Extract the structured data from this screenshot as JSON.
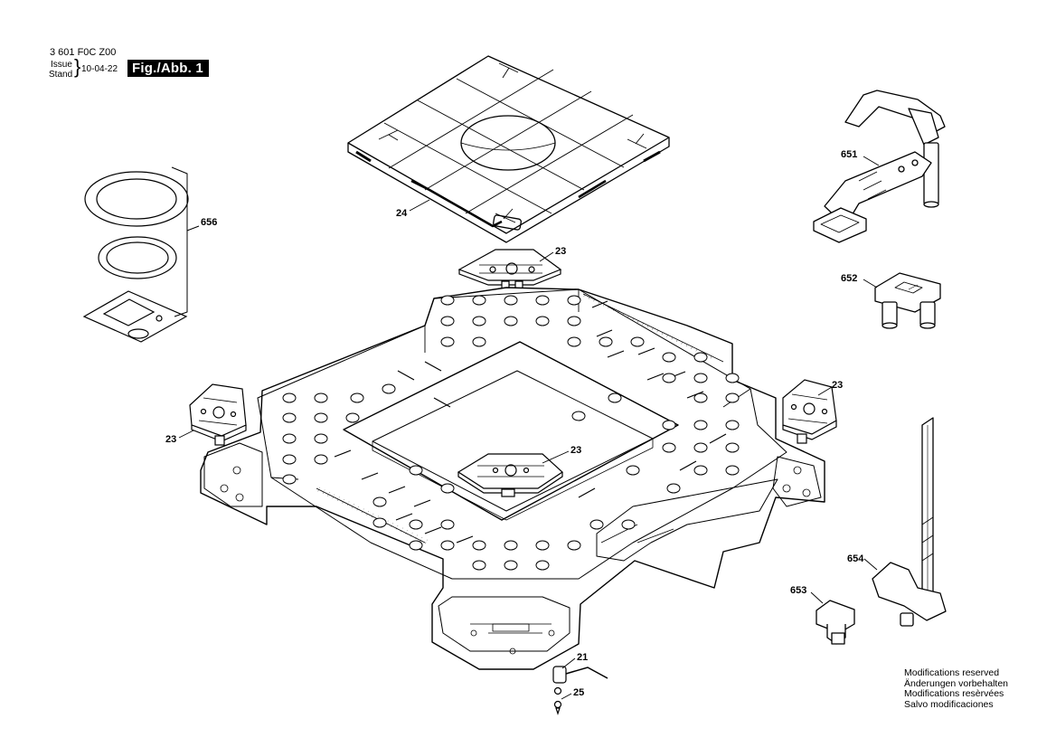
{
  "header": {
    "part_number": "3 601 F0C Z00",
    "issue_label": "Issue",
    "stand_label": "Stand",
    "date": "10-04-22",
    "figure_label": "Fig./Abb. 1"
  },
  "notes": [
    "Modifications reserved",
    "Änderungen vorbehalten",
    "Modifications resèrvées",
    "Salvo modificaciones"
  ],
  "part_labels": {
    "p24": "24",
    "p23_top": "23",
    "p23_left": "23",
    "p23_right": "23",
    "p23_center": "23",
    "p656": "656",
    "p651": "651",
    "p652": "652",
    "p654": "654",
    "p653": "653",
    "p21": "21",
    "p25": "25"
  },
  "colors": {
    "line": "#000000",
    "background": "#ffffff"
  }
}
